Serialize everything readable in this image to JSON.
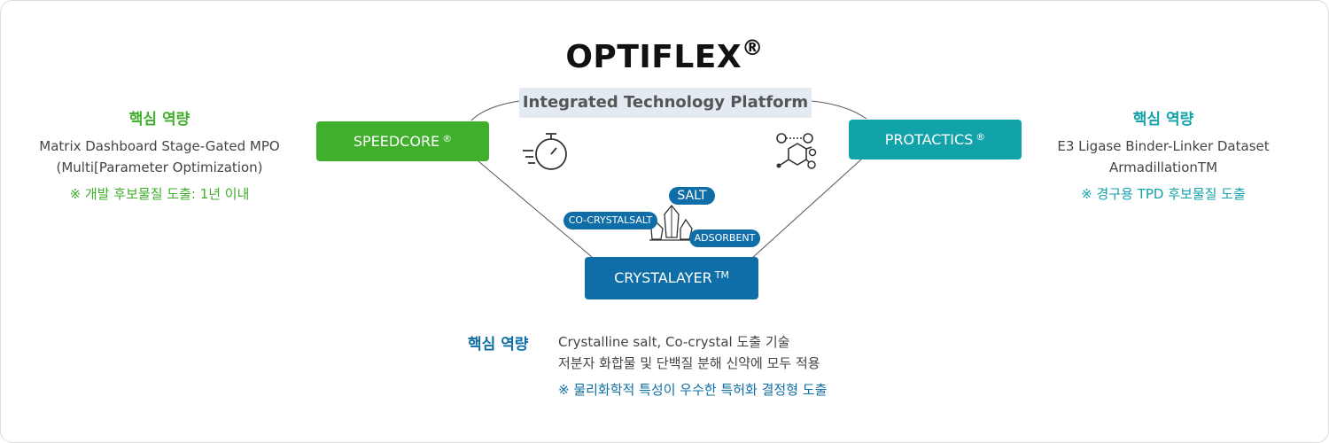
{
  "platform": {
    "title": "OPTIFLEX",
    "title_mark": "®",
    "subtitle": "Integrated Technology Platform"
  },
  "nodes": {
    "speedcore": {
      "label": "SPEEDCORE",
      "mark": "®",
      "color": "#3faf2c"
    },
    "protactics": {
      "label": "PROTACTICS",
      "mark": "®",
      "color": "#12a2aa"
    },
    "crystalayer": {
      "label": "CRYSTALAYER",
      "mark": "TM",
      "color": "#0f6ea7"
    }
  },
  "crystal_tags": {
    "salt": "SALT",
    "cocrystal": "CO-CRYSTALSALT",
    "adsorbent": "ADSORBENT"
  },
  "icons": {
    "speed": "stopwatch-icon",
    "molecule": "molecule-icon",
    "crystal": "crystal-icon"
  },
  "left_panel": {
    "heading": "핵심 역량",
    "line1": "Matrix Dashboard Stage-Gated MPO",
    "line2": "(Multi[Parameter Optimization)",
    "note": "※ 개발 후보물질 도출: 1년 이내"
  },
  "right_panel": {
    "heading": "핵심 역량",
    "line1": "E3 Ligase Binder-Linker Dataset",
    "line2": "ArmadillationTM",
    "note": "※ 경구용 TPD 후보물질 도출"
  },
  "bottom_panel": {
    "heading": "핵심 역량",
    "line1": "Crystalline salt, Co-crystal 도출 기술",
    "line2": "저분자 화합물 및 단백질 분해 신약에 모두 적용",
    "note": "※ 물리화학적 특성이 우수한 특허화 결정형 도출"
  }
}
